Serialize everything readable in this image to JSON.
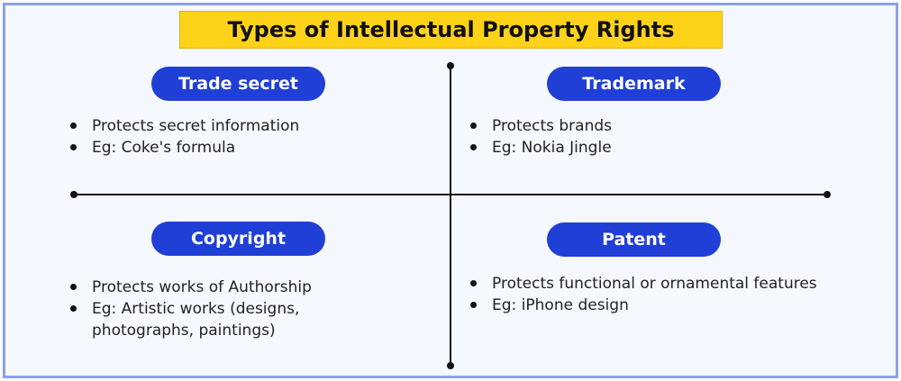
{
  "title": "Types of Intellectual Property Rights",
  "quadrants": {
    "trade_secret": {
      "label": "Trade secret",
      "items": [
        "Protects secret information",
        "Eg: Coke's formula"
      ]
    },
    "trademark": {
      "label": "Trademark",
      "items": [
        "Protects brands",
        "Eg: Nokia Jingle"
      ]
    },
    "copyright": {
      "label": "Copyright",
      "items": [
        "Protects works of Authorship",
        "Eg: Artistic works (designs, photographs, paintings)"
      ]
    },
    "patent": {
      "label": "Patent",
      "items": [
        "Protects functional or ornamental features",
        "Eg: iPhone design"
      ]
    }
  },
  "colors": {
    "title_bg": "#ffd21a",
    "pill_bg": "#1f3fd6",
    "frame_border": "#8aa2ea",
    "background": "#f5f8ff"
  }
}
